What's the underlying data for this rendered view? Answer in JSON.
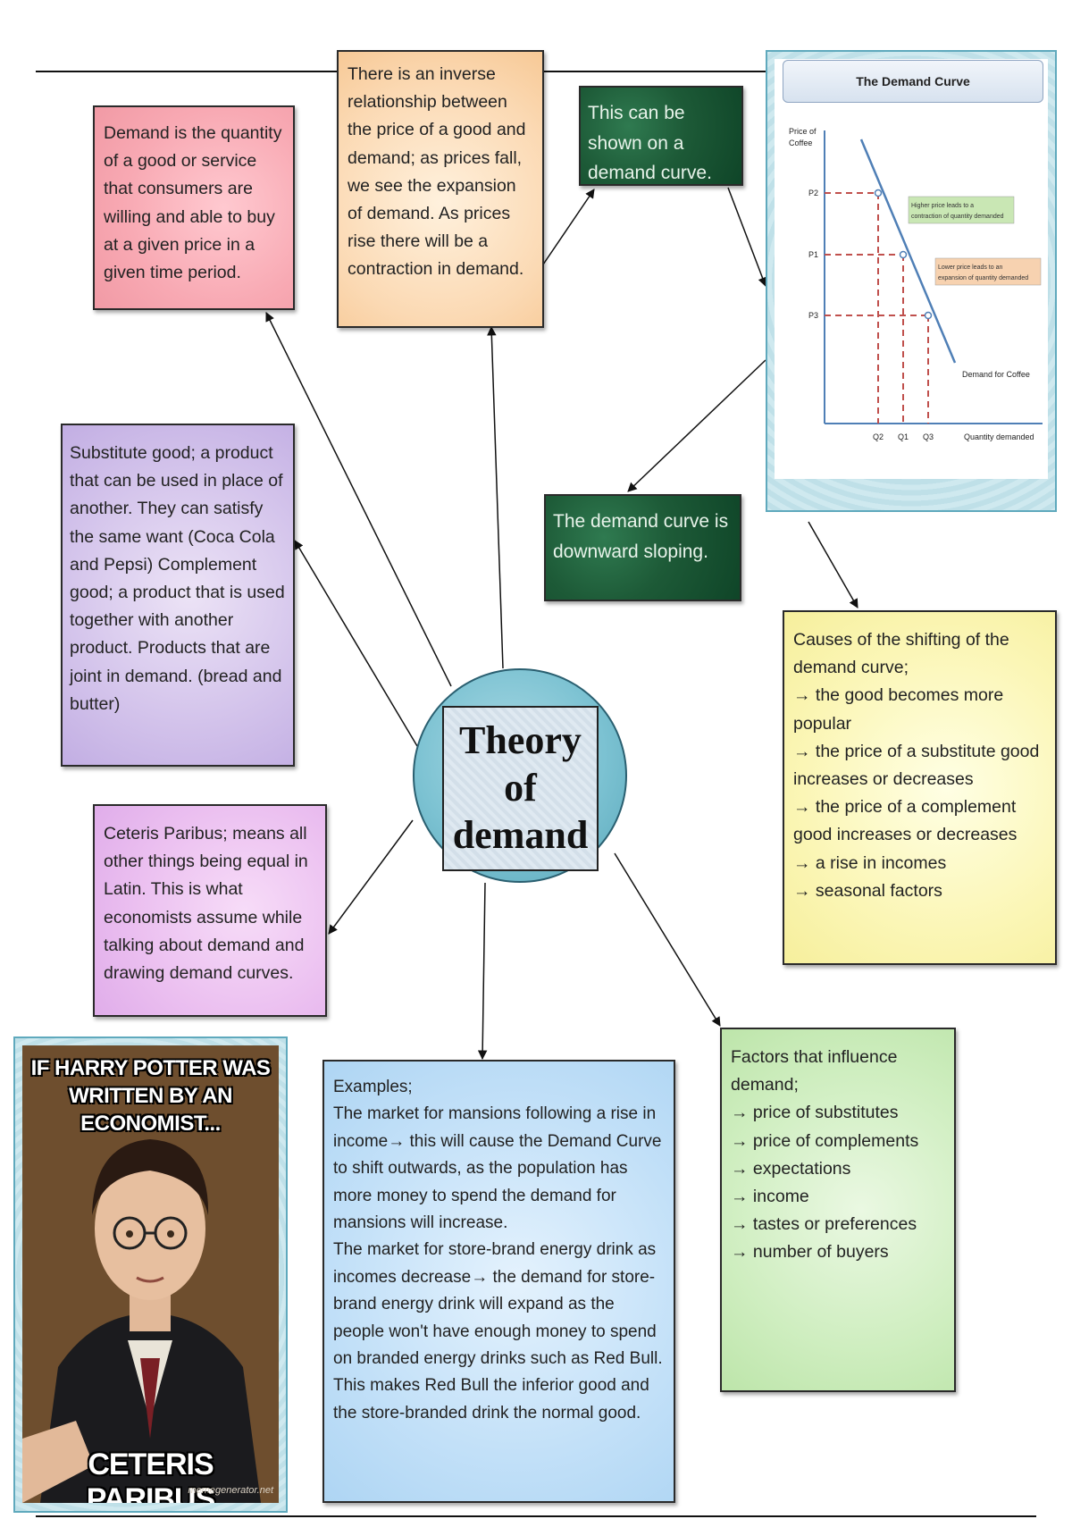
{
  "center": {
    "title_line1": "Theory of",
    "title_line2": "demand"
  },
  "definition": {
    "text": "Demand is the quantity of a good or service that consumers are willing and able to buy at a given price in a given time period."
  },
  "inverse": {
    "text": "There is an inverse relationship between the price of a good and demand; as prices fall, we see the expansion of demand. As prices rise there will be a contraction in demand."
  },
  "shown_on_curve": {
    "text": "This can be shown on a demand curve."
  },
  "downward": {
    "text": "The demand curve is downward sloping."
  },
  "substitutes": {
    "text": "Substitute good; a product that can be used in place of another. They can satisfy the same want (Coca Cola and Pepsi) Complement good; a product that is used together with another product. Products that are joint in demand. (bread and butter)"
  },
  "ceteris": {
    "text": "Ceteris Paribus; means all other things being equal in Latin. This is what economists assume while talking about demand and drawing demand curves."
  },
  "causes": {
    "heading": "Causes of the shifting of the demand curve;",
    "items": [
      "→ the good becomes more popular",
      "→ the price of a substitute good increases or decreases",
      "→ the price of a complement good increases or decreases",
      "→ a rise in incomes",
      "→ seasonal factors"
    ]
  },
  "factors": {
    "heading": "Factors that influence demand;",
    "items": [
      "→ price of substitutes",
      "→ price of complements",
      "→ expectations",
      "→ income",
      "→ tastes or preferences",
      "→ number of buyers"
    ]
  },
  "examples": {
    "heading": "Examples;",
    "p1": "The market for mansions following a rise in income→ this will cause the Demand Curve to shift outwards, as the population has more money to spend the demand for mansions will increase.",
    "p2": "The market for store-brand energy drink as incomes decrease→ the demand for store-brand energy drink will expand as the people won't have enough money to spend on branded energy drinks such as Red Bull. This makes Red Bull the inferior good and the store-branded drink the normal good."
  },
  "meme": {
    "top_text": "IF HARRY POTTER WAS WRITTEN BY AN ECONOMIST...",
    "bottom_text": "CETERIS PARIBUS",
    "watermark": "memegenerator.net"
  },
  "chart_data": {
    "type": "line",
    "title": "The Demand Curve",
    "ylabel_line1": "Price of",
    "ylabel_line2": "Coffee",
    "xlabel": "Quantity demanded",
    "y_ticks": [
      "P2",
      "P1",
      "P3"
    ],
    "x_ticks": [
      "Q2",
      "Q1",
      "Q3"
    ],
    "series": [
      {
        "name": "Demand for Coffee",
        "points": [
          {
            "x": "Q2",
            "y": "P2"
          },
          {
            "x": "Q1",
            "y": "P1"
          },
          {
            "x": "Q3",
            "y": "P3"
          }
        ]
      }
    ],
    "annotations": [
      {
        "text": "Higher price leads to a contraction of quantity demanded",
        "color": "#c9e7b4"
      },
      {
        "text": "Lower price leads to an expansion of quantity demanded",
        "color": "#f7d2b0"
      }
    ],
    "line_color": "#4f7fb6",
    "guide_color": "#c0504d"
  }
}
